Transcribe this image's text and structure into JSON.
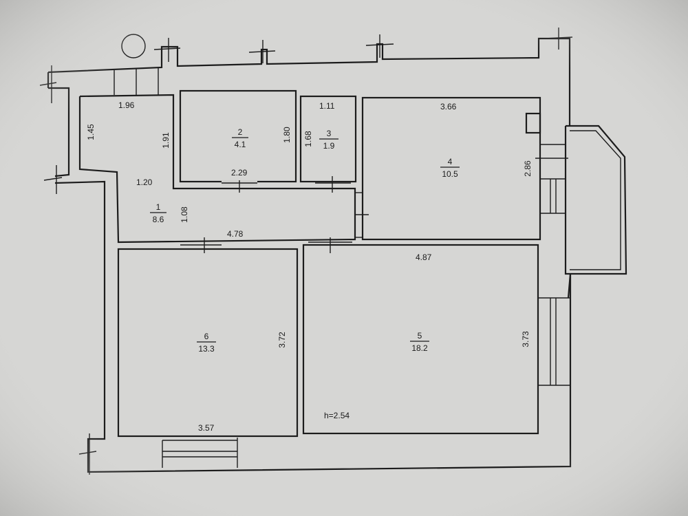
{
  "rooms": [
    {
      "id": "1",
      "number": "1",
      "area": "8.6"
    },
    {
      "id": "2",
      "number": "2",
      "area": "4.1"
    },
    {
      "id": "3",
      "number": "3",
      "area": "1.9"
    },
    {
      "id": "4",
      "number": "4",
      "area": "10.5"
    },
    {
      "id": "5",
      "number": "5",
      "area": "18.2"
    },
    {
      "id": "6",
      "number": "6",
      "area": "13.3"
    }
  ],
  "dimensions": {
    "d_196": "1.96",
    "d_145": "1.45",
    "d_191": "1.91",
    "d_120": "1.20",
    "d_108": "1.08",
    "d_478": "4.78",
    "d_229": "2.29",
    "d_180": "1.80",
    "d_111": "1.11",
    "d_168": "1.68",
    "d_366": "3.66",
    "d_286": "2.86",
    "d_487": "4.87",
    "d_373": "3.73",
    "d_372": "3.72",
    "d_357": "3.57"
  },
  "ceiling_height": "h=2.54",
  "colors": {
    "background": "#d6d6d4",
    "line": "#1c1c1c"
  }
}
